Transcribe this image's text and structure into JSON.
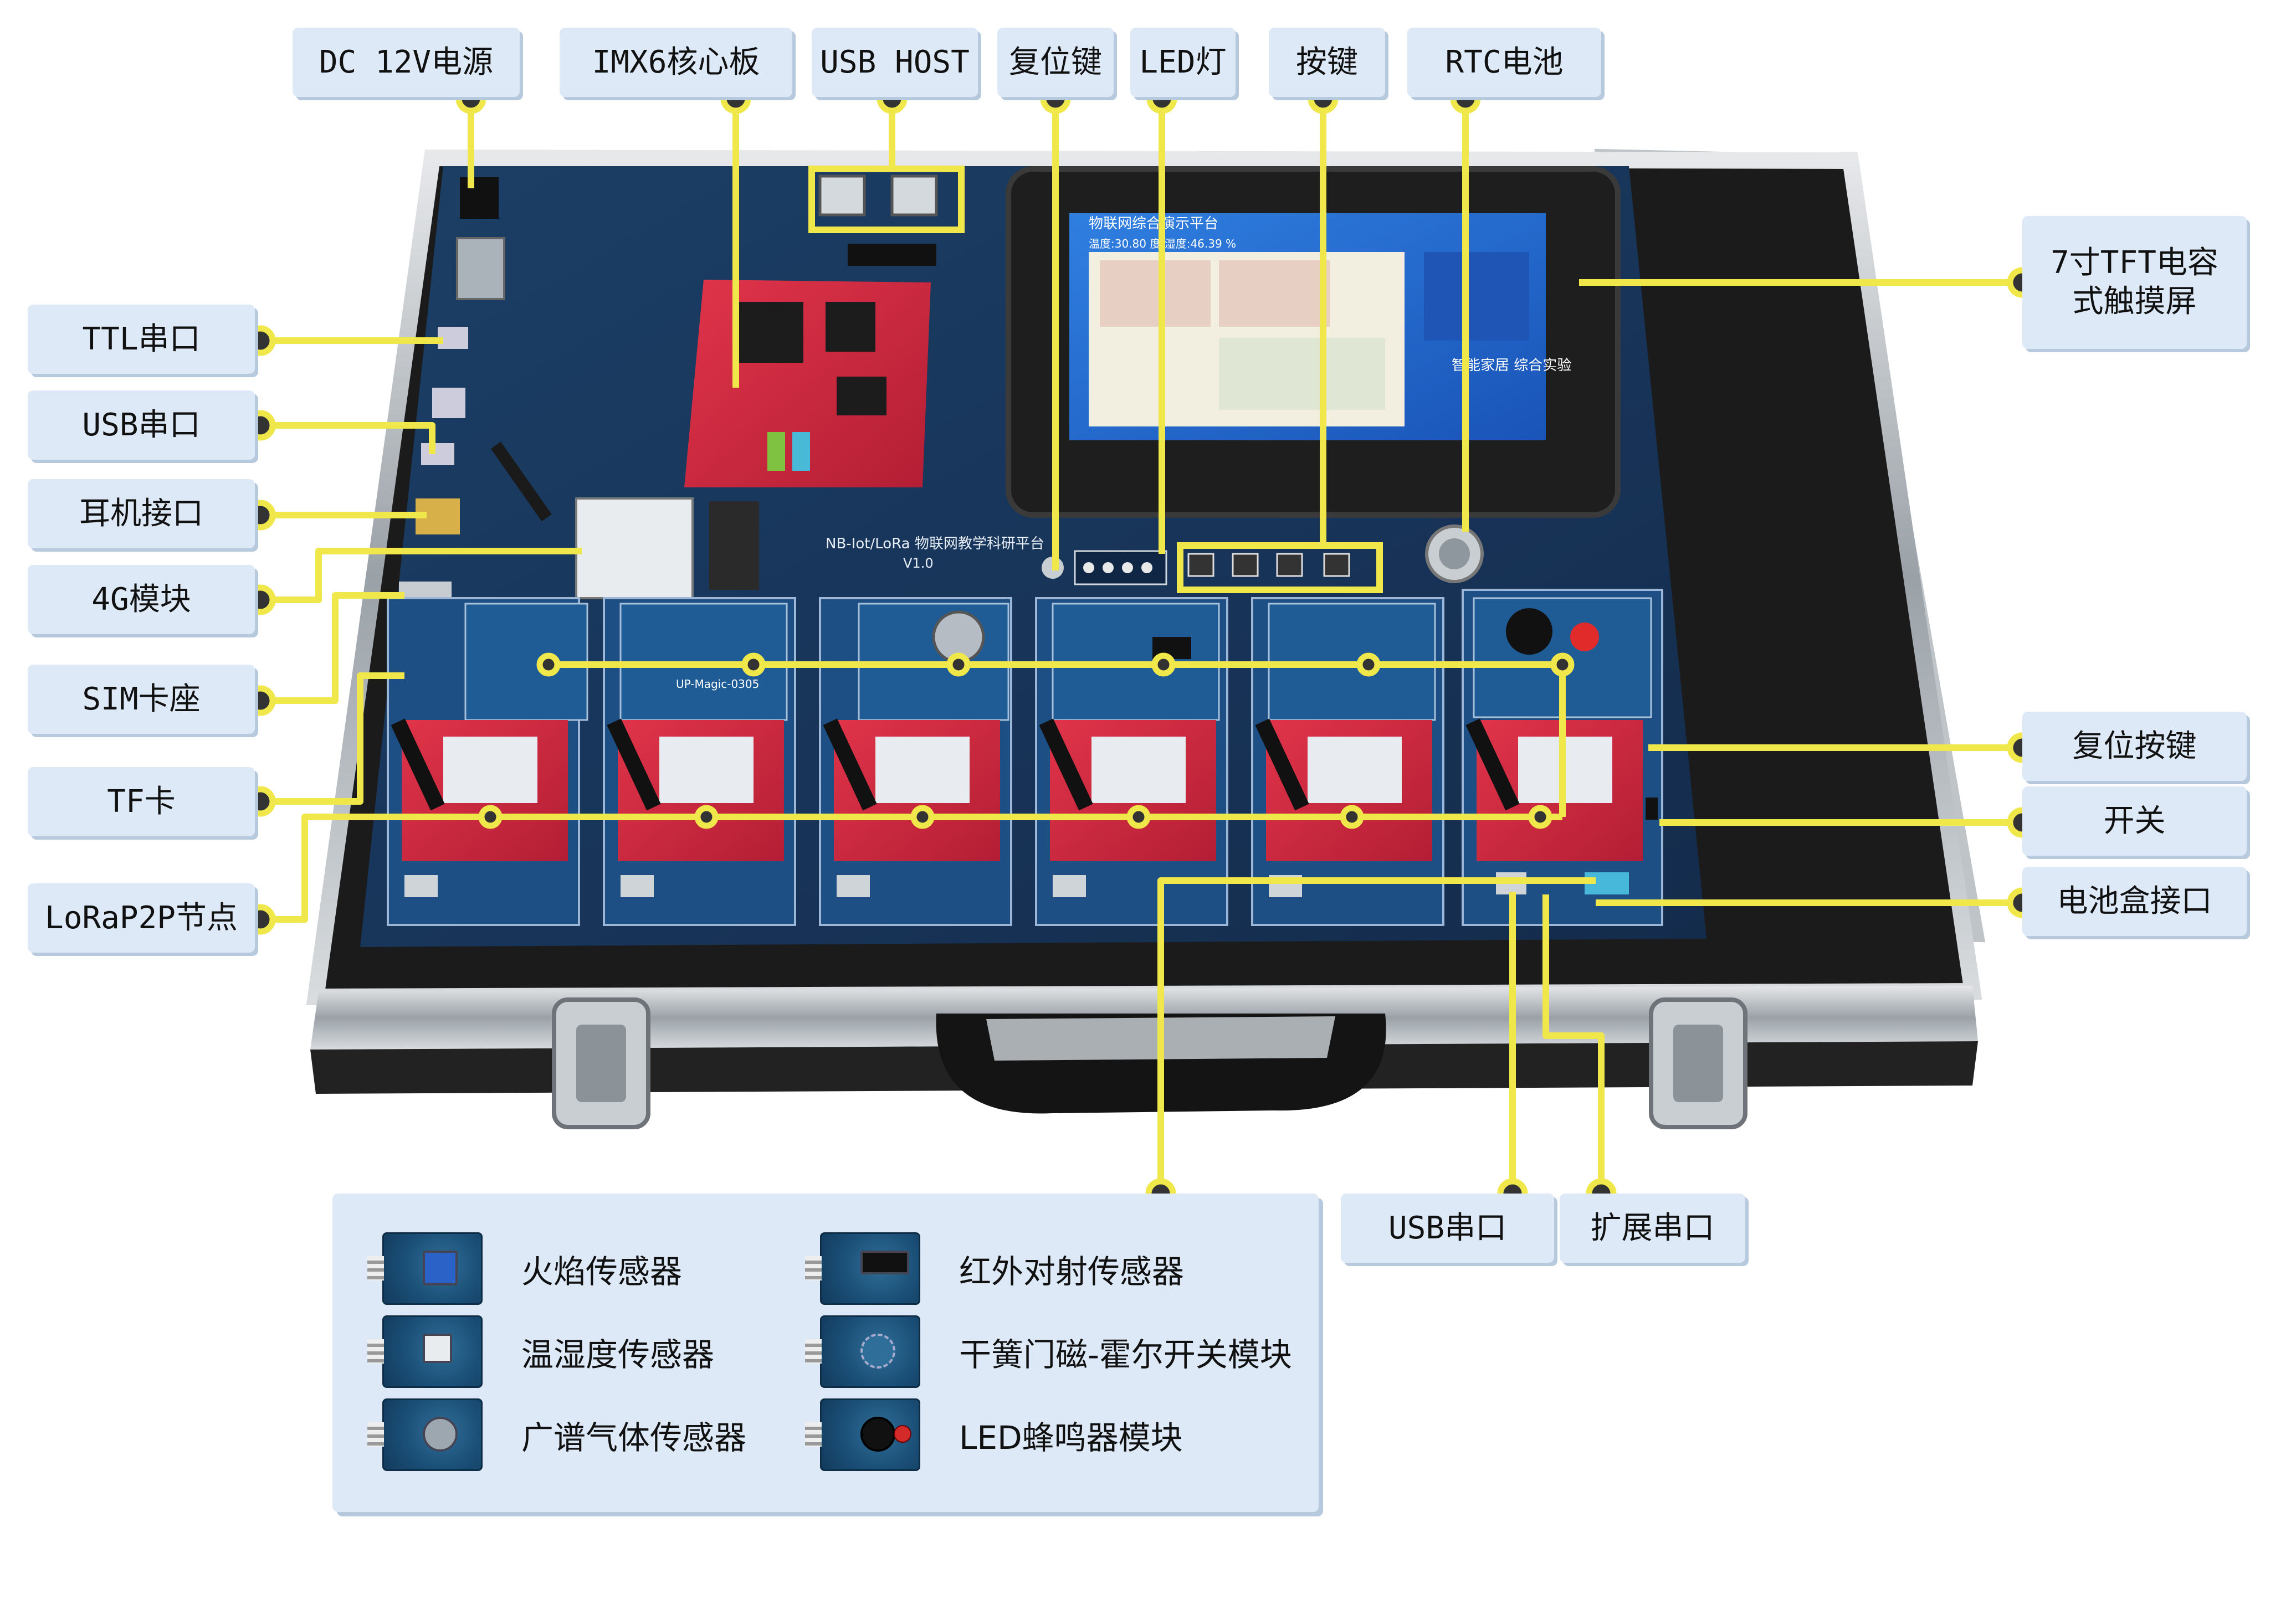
{
  "colors": {
    "line": "#f0e84a",
    "dot_border": "#f0e84a",
    "dot_center": "#333333",
    "label_bg": "#dde9f6"
  },
  "board": {
    "silkscreen_title": "NB-Iot/LoRa 物联网教学科研平台",
    "silkscreen_version": "V1.0",
    "lcd_title": "物联网综合演示平台",
    "lcd_status": "温度:30.80 度   湿度:46.39 %",
    "lcd_caption": "智能家居\n综合实验",
    "module_label": "UP-Magic-0305"
  },
  "labels": {
    "dc": "DC 12V电源",
    "imx6": "IMX6核心板",
    "usbhost": "USB HOST",
    "reset": "复位键",
    "led": "LED灯",
    "key": "按键",
    "rtc": "RTC电池",
    "lcd": "7寸TFT电容\n式触摸屏",
    "ttl": "TTL串口",
    "usbserial_l": "USB串口",
    "earphone": "耳机接口",
    "g4": "4G模块",
    "sim": "SIM卡座",
    "tf": "TF卡",
    "lora": "LoRaP2P节点",
    "resetkey": "复位按键",
    "switch": "开关",
    "battery": "电池盒接口",
    "usbserial_b": "USB串口",
    "ext": "扩展串口"
  },
  "legend": [
    {
      "text": "火焰传感器",
      "icon": "flame-sensor-icon"
    },
    {
      "text": "红外对射传感器",
      "icon": "infrared-sensor-icon"
    },
    {
      "text": "温湿度传感器",
      "icon": "humidity-sensor-icon"
    },
    {
      "text": "干簧门磁-霍尔开关模块",
      "icon": "reed-hall-module-icon"
    },
    {
      "text": "广谱气体传感器",
      "icon": "gas-sensor-icon"
    },
    {
      "text": "LED蜂鸣器模块",
      "icon": "led-buzzer-module-icon"
    }
  ]
}
